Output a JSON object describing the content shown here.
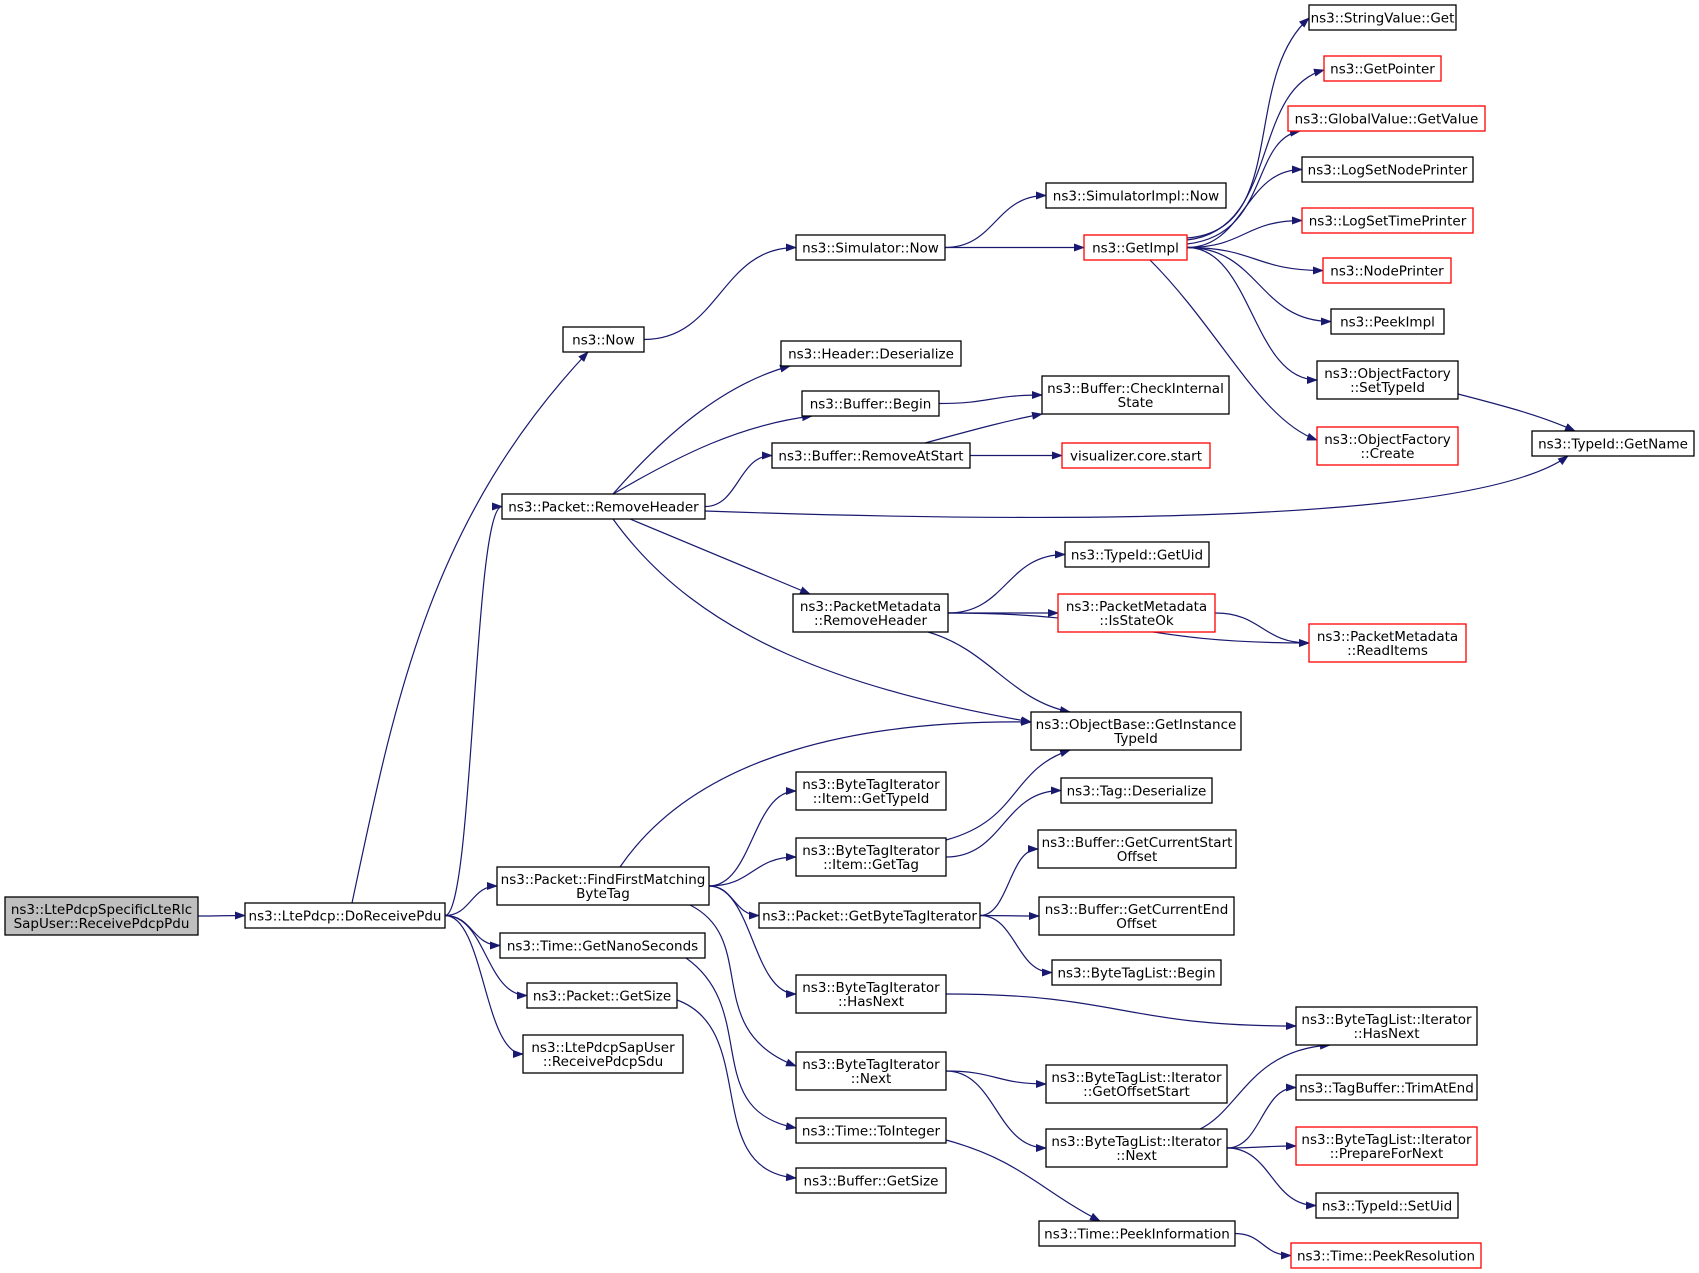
{
  "diagram": {
    "colors": {
      "edge": "#191970",
      "root_fill": "#bfbfbf",
      "node_fill": "#ffffff",
      "node_border": "#000000",
      "undocumented_border": "#ff0000"
    },
    "nodes": {
      "root": {
        "lines": [
          "ns3::LtePdcpSpecificLteRlc",
          "SapUser::ReceivePdcpPdu"
        ],
        "style": "root"
      },
      "doReceivePdu": {
        "lines": [
          "ns3::LtePdcp::DoReceivePdu"
        ],
        "style": "normal"
      },
      "now": {
        "lines": [
          "ns3::Now"
        ],
        "style": "normal"
      },
      "removeHeader": {
        "lines": [
          "ns3::Packet::RemoveHeader"
        ],
        "style": "normal"
      },
      "findFirstMatching": {
        "lines": [
          "ns3::Packet::FindFirstMatching",
          "ByteTag"
        ],
        "style": "normal"
      },
      "getNanoSeconds": {
        "lines": [
          "ns3::Time::GetNanoSeconds"
        ],
        "style": "normal"
      },
      "packetGetSize": {
        "lines": [
          "ns3::Packet::GetSize"
        ],
        "style": "normal"
      },
      "receivePdcpSdu": {
        "lines": [
          "ns3::LtePdcpSapUser",
          "::ReceivePdcpSdu"
        ],
        "style": "normal"
      },
      "simulatorNow": {
        "lines": [
          "ns3::Simulator::Now"
        ],
        "style": "normal"
      },
      "headerDeserialize": {
        "lines": [
          "ns3::Header::Deserialize"
        ],
        "style": "normal"
      },
      "bufferBegin": {
        "lines": [
          "ns3::Buffer::Begin"
        ],
        "style": "normal"
      },
      "bufferRemoveAtStart": {
        "lines": [
          "ns3::Buffer::RemoveAtStart"
        ],
        "style": "normal"
      },
      "pmRemoveHeader": {
        "lines": [
          "ns3::PacketMetadata",
          "::RemoveHeader"
        ],
        "style": "normal"
      },
      "itemGetTypeId": {
        "lines": [
          "ns3::ByteTagIterator",
          "::Item::GetTypeId"
        ],
        "style": "normal"
      },
      "itemGetTag": {
        "lines": [
          "ns3::ByteTagIterator",
          "::Item::GetTag"
        ],
        "style": "normal"
      },
      "getByteTagIterator": {
        "lines": [
          "ns3::Packet::GetByteTagIterator"
        ],
        "style": "normal"
      },
      "btiHasNext": {
        "lines": [
          "ns3::ByteTagIterator",
          "::HasNext"
        ],
        "style": "normal"
      },
      "btiNext": {
        "lines": [
          "ns3::ByteTagIterator",
          "::Next"
        ],
        "style": "normal"
      },
      "toInteger": {
        "lines": [
          "ns3::Time::ToInteger"
        ],
        "style": "normal"
      },
      "bufferGetSize": {
        "lines": [
          "ns3::Buffer::GetSize"
        ],
        "style": "normal"
      },
      "simImplNow": {
        "lines": [
          "ns3::SimulatorImpl::Now"
        ],
        "style": "normal"
      },
      "getImpl": {
        "lines": [
          "ns3::GetImpl"
        ],
        "style": "undocumented"
      },
      "checkInternalState": {
        "lines": [
          "ns3::Buffer::CheckInternal",
          "State"
        ],
        "style": "normal"
      },
      "vizStart": {
        "lines": [
          "visualizer.core.start"
        ],
        "style": "undocumented"
      },
      "typeIdGetUid": {
        "lines": [
          "ns3::TypeId::GetUid"
        ],
        "style": "normal"
      },
      "isStateOk": {
        "lines": [
          "ns3::PacketMetadata",
          "::IsStateOk"
        ],
        "style": "undocumented"
      },
      "getInstanceTypeId": {
        "lines": [
          "ns3::ObjectBase::GetInstance",
          "TypeId"
        ],
        "style": "normal"
      },
      "tagDeserialize": {
        "lines": [
          "ns3::Tag::Deserialize"
        ],
        "style": "normal"
      },
      "getCurrentStartOffset": {
        "lines": [
          "ns3::Buffer::GetCurrentStart",
          "Offset"
        ],
        "style": "normal"
      },
      "getCurrentEndOffset": {
        "lines": [
          "ns3::Buffer::GetCurrentEnd",
          "Offset"
        ],
        "style": "normal"
      },
      "byteTagListBegin": {
        "lines": [
          "ns3::ByteTagList::Begin"
        ],
        "style": "normal"
      },
      "getOffsetStart": {
        "lines": [
          "ns3::ByteTagList::Iterator",
          "::GetOffsetStart"
        ],
        "style": "normal"
      },
      "btlNext": {
        "lines": [
          "ns3::ByteTagList::Iterator",
          "::Next"
        ],
        "style": "normal"
      },
      "peekInformation": {
        "lines": [
          "ns3::Time::PeekInformation"
        ],
        "style": "normal"
      },
      "stringValueGet": {
        "lines": [
          "ns3::StringValue::Get"
        ],
        "style": "normal"
      },
      "getPointer": {
        "lines": [
          "ns3::GetPointer"
        ],
        "style": "undocumented"
      },
      "globalValueGetValue": {
        "lines": [
          "ns3::GlobalValue::GetValue"
        ],
        "style": "undocumented"
      },
      "logSetNodePrinter": {
        "lines": [
          "ns3::LogSetNodePrinter"
        ],
        "style": "normal"
      },
      "logSetTimePrinter": {
        "lines": [
          "ns3::LogSetTimePrinter"
        ],
        "style": "undocumented"
      },
      "nodePrinter": {
        "lines": [
          "ns3::NodePrinter"
        ],
        "style": "undocumented"
      },
      "peekImpl": {
        "lines": [
          "ns3::PeekImpl"
        ],
        "style": "normal"
      },
      "ofSetTypeId": {
        "lines": [
          "ns3::ObjectFactory",
          "::SetTypeId"
        ],
        "style": "normal"
      },
      "ofCreate": {
        "lines": [
          "ns3::ObjectFactory",
          "::Create"
        ],
        "style": "undocumented"
      },
      "readItems": {
        "lines": [
          "ns3::PacketMetadata",
          "::ReadItems"
        ],
        "style": "undocumented"
      },
      "btlHasNext": {
        "lines": [
          "ns3::ByteTagList::Iterator",
          "::HasNext"
        ],
        "style": "normal"
      },
      "trimAtEnd": {
        "lines": [
          "ns3::TagBuffer::TrimAtEnd"
        ],
        "style": "normal"
      },
      "prepareForNext": {
        "lines": [
          "ns3::ByteTagList::Iterator",
          "::PrepareForNext"
        ],
        "style": "undocumented"
      },
      "typeIdSetUid": {
        "lines": [
          "ns3::TypeId::SetUid"
        ],
        "style": "normal"
      },
      "peekResolution": {
        "lines": [
          "ns3::Time::PeekResolution"
        ],
        "style": "undocumented"
      },
      "typeIdGetName": {
        "lines": [
          "ns3::TypeId::GetName"
        ],
        "style": "normal"
      }
    },
    "edges": [
      [
        "root",
        "doReceivePdu"
      ],
      [
        "doReceivePdu",
        "now"
      ],
      [
        "doReceivePdu",
        "removeHeader"
      ],
      [
        "doReceivePdu",
        "findFirstMatching"
      ],
      [
        "doReceivePdu",
        "getNanoSeconds"
      ],
      [
        "doReceivePdu",
        "packetGetSize"
      ],
      [
        "doReceivePdu",
        "receivePdcpSdu"
      ],
      [
        "now",
        "simulatorNow"
      ],
      [
        "simulatorNow",
        "simImplNow"
      ],
      [
        "simulatorNow",
        "getImpl"
      ],
      [
        "getImpl",
        "stringValueGet"
      ],
      [
        "getImpl",
        "getPointer"
      ],
      [
        "getImpl",
        "globalValueGetValue"
      ],
      [
        "getImpl",
        "logSetNodePrinter"
      ],
      [
        "getImpl",
        "logSetTimePrinter"
      ],
      [
        "getImpl",
        "nodePrinter"
      ],
      [
        "getImpl",
        "peekImpl"
      ],
      [
        "getImpl",
        "ofSetTypeId"
      ],
      [
        "getImpl",
        "ofCreate"
      ],
      [
        "ofSetTypeId",
        "typeIdGetName"
      ],
      [
        "removeHeader",
        "headerDeserialize"
      ],
      [
        "removeHeader",
        "bufferBegin"
      ],
      [
        "removeHeader",
        "bufferRemoveAtStart"
      ],
      [
        "removeHeader",
        "typeIdGetName"
      ],
      [
        "removeHeader",
        "pmRemoveHeader"
      ],
      [
        "removeHeader",
        "getInstanceTypeId"
      ],
      [
        "bufferBegin",
        "checkInternalState"
      ],
      [
        "bufferRemoveAtStart",
        "checkInternalState"
      ],
      [
        "bufferRemoveAtStart",
        "vizStart"
      ],
      [
        "pmRemoveHeader",
        "typeIdGetUid"
      ],
      [
        "pmRemoveHeader",
        "isStateOk"
      ],
      [
        "pmRemoveHeader",
        "readItems"
      ],
      [
        "pmRemoveHeader",
        "getInstanceTypeId"
      ],
      [
        "isStateOk",
        "readItems"
      ],
      [
        "findFirstMatching",
        "getInstanceTypeId"
      ],
      [
        "findFirstMatching",
        "itemGetTypeId"
      ],
      [
        "findFirstMatching",
        "itemGetTag"
      ],
      [
        "findFirstMatching",
        "getByteTagIterator"
      ],
      [
        "findFirstMatching",
        "btiHasNext"
      ],
      [
        "findFirstMatching",
        "btiNext"
      ],
      [
        "itemGetTag",
        "getInstanceTypeId"
      ],
      [
        "itemGetTag",
        "tagDeserialize"
      ],
      [
        "getByteTagIterator",
        "getCurrentStartOffset"
      ],
      [
        "getByteTagIterator",
        "getCurrentEndOffset"
      ],
      [
        "getByteTagIterator",
        "byteTagListBegin"
      ],
      [
        "btiHasNext",
        "btlHasNext"
      ],
      [
        "btiNext",
        "getOffsetStart"
      ],
      [
        "btiNext",
        "btlNext"
      ],
      [
        "btlNext",
        "btlHasNext"
      ],
      [
        "btlNext",
        "trimAtEnd"
      ],
      [
        "btlNext",
        "prepareForNext"
      ],
      [
        "btlNext",
        "typeIdSetUid"
      ],
      [
        "getNanoSeconds",
        "toInteger"
      ],
      [
        "toInteger",
        "peekInformation"
      ],
      [
        "peekInformation",
        "peekResolution"
      ],
      [
        "packetGetSize",
        "bufferGetSize"
      ]
    ]
  }
}
